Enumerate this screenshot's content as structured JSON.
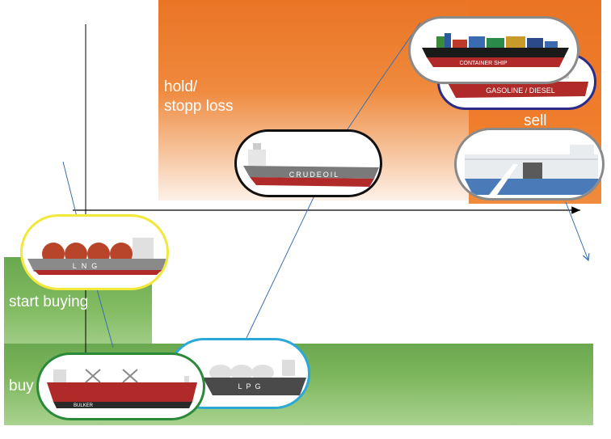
{
  "zones": {
    "hold": "hold/\nstopp loss",
    "sell": "sell",
    "start_buying": "start buying",
    "buy": "buy"
  },
  "ships": {
    "lng": "LNG",
    "crude": "CRUDEOIL",
    "container": "CONTAINER SHIP",
    "gasoline": "GASOLINE / DIESEL",
    "lpg": "LPG",
    "bulker": "BULKER"
  },
  "colors": {
    "orange": "#ea7424",
    "green": "#6aa84f",
    "hull_red": "#b02a2a",
    "line_blue": "#3a6fb0"
  }
}
